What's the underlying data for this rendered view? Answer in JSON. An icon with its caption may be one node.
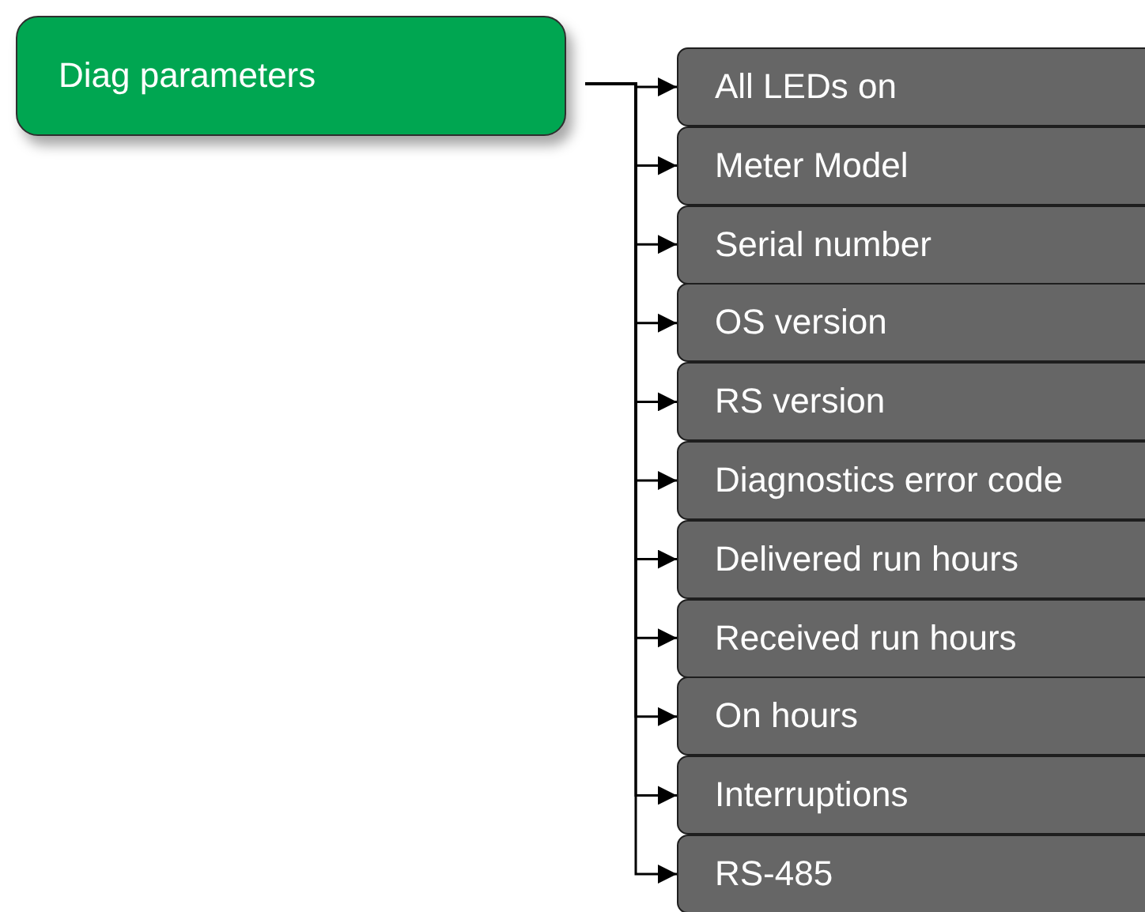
{
  "diagram": {
    "nodes": [
      {
        "text": [
          "Diag parameters"
        ]
      },
      {
        "text": [
          "All LEDs on"
        ]
      },
      {
        "text": [
          "Meter Model"
        ]
      },
      {
        "text": [
          "Serial number"
        ]
      },
      {
        "text": [
          "OS version"
        ]
      },
      {
        "text": [
          "RS version"
        ]
      },
      {
        "text": [
          "Diagnostics error code"
        ]
      },
      {
        "text": [
          "Delivered run hours"
        ]
      },
      {
        "text": [
          "Received run hours"
        ]
      },
      {
        "text": [
          "On hours"
        ]
      },
      {
        "text": [
          "Interruptions"
        ]
      },
      {
        "text": [
          "RS-485"
        ]
      }
    ],
    "edges": [
      {
        "from": 0,
        "to": 1,
        "arrow": "to"
      },
      {
        "from": 0,
        "to": 2,
        "arrow": "to"
      },
      {
        "from": 0,
        "to": 3,
        "arrow": "to"
      },
      {
        "from": 0,
        "to": 4,
        "arrow": "to"
      },
      {
        "from": 0,
        "to": 5,
        "arrow": "to"
      },
      {
        "from": 0,
        "to": 6,
        "arrow": "to"
      },
      {
        "from": 0,
        "to": 7,
        "arrow": "to"
      },
      {
        "from": 0,
        "to": 8,
        "arrow": "to"
      },
      {
        "from": 0,
        "to": 9,
        "arrow": "to"
      },
      {
        "from": 0,
        "to": 10,
        "arrow": "to"
      },
      {
        "from": 0,
        "to": 11,
        "arrow": "to"
      }
    ]
  }
}
